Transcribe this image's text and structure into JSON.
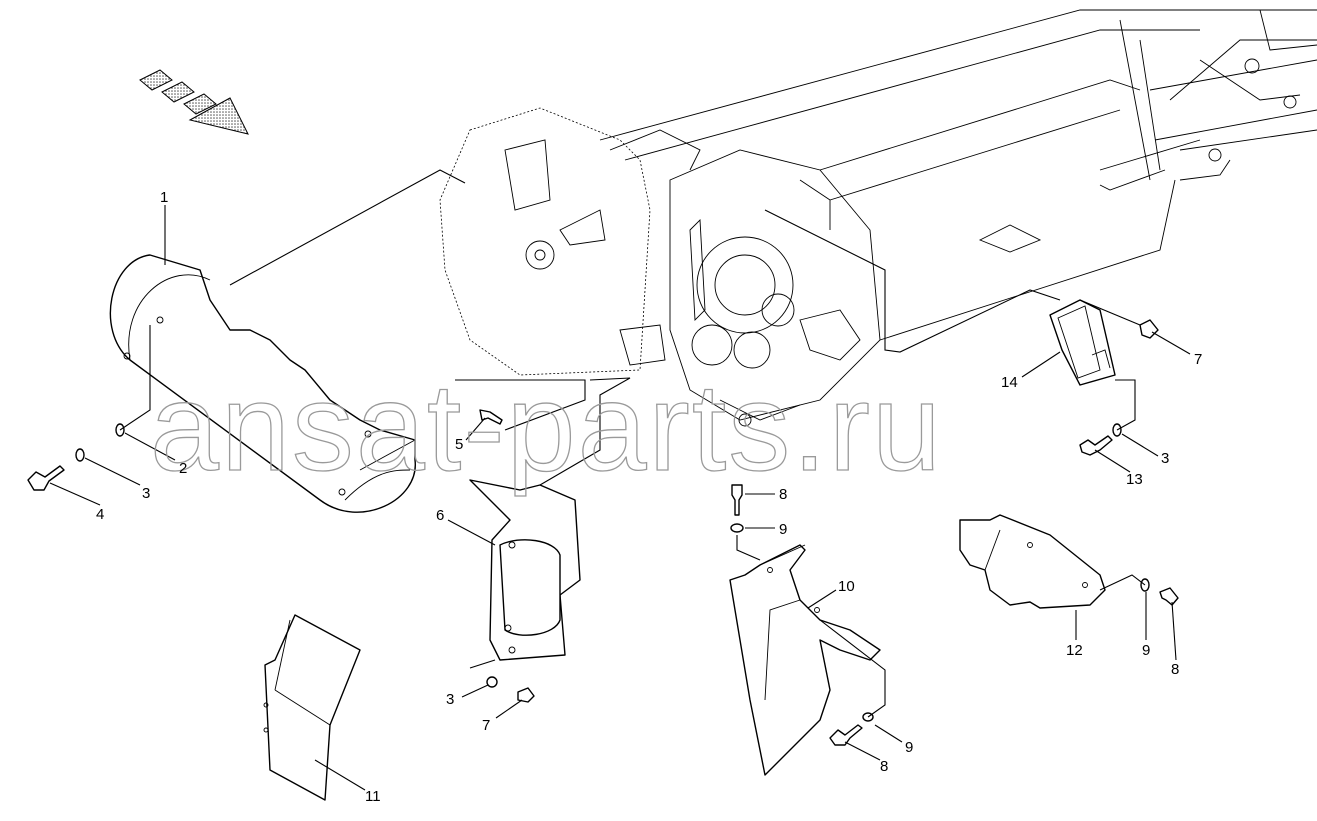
{
  "watermark": "ansat-parts.ru",
  "callouts": [
    {
      "id": "c1",
      "text": "1"
    },
    {
      "id": "c2",
      "text": "2"
    },
    {
      "id": "c3a",
      "text": "3"
    },
    {
      "id": "c4",
      "text": "4"
    },
    {
      "id": "c5",
      "text": "5"
    },
    {
      "id": "c6",
      "text": "6"
    },
    {
      "id": "c3b",
      "text": "3"
    },
    {
      "id": "c7a",
      "text": "7"
    },
    {
      "id": "c11",
      "text": "11"
    },
    {
      "id": "c8a",
      "text": "8"
    },
    {
      "id": "c9a",
      "text": "9"
    },
    {
      "id": "c10",
      "text": "10"
    },
    {
      "id": "c9b",
      "text": "9"
    },
    {
      "id": "c8b",
      "text": "8"
    },
    {
      "id": "c12",
      "text": "12"
    },
    {
      "id": "c9c",
      "text": "9"
    },
    {
      "id": "c8c",
      "text": "8"
    },
    {
      "id": "c14",
      "text": "14"
    },
    {
      "id": "c7b",
      "text": "7"
    },
    {
      "id": "c3c",
      "text": "3"
    },
    {
      "id": "c13",
      "text": "13"
    }
  ],
  "icons": {
    "direction": "travel-direction-arrow-icon"
  }
}
